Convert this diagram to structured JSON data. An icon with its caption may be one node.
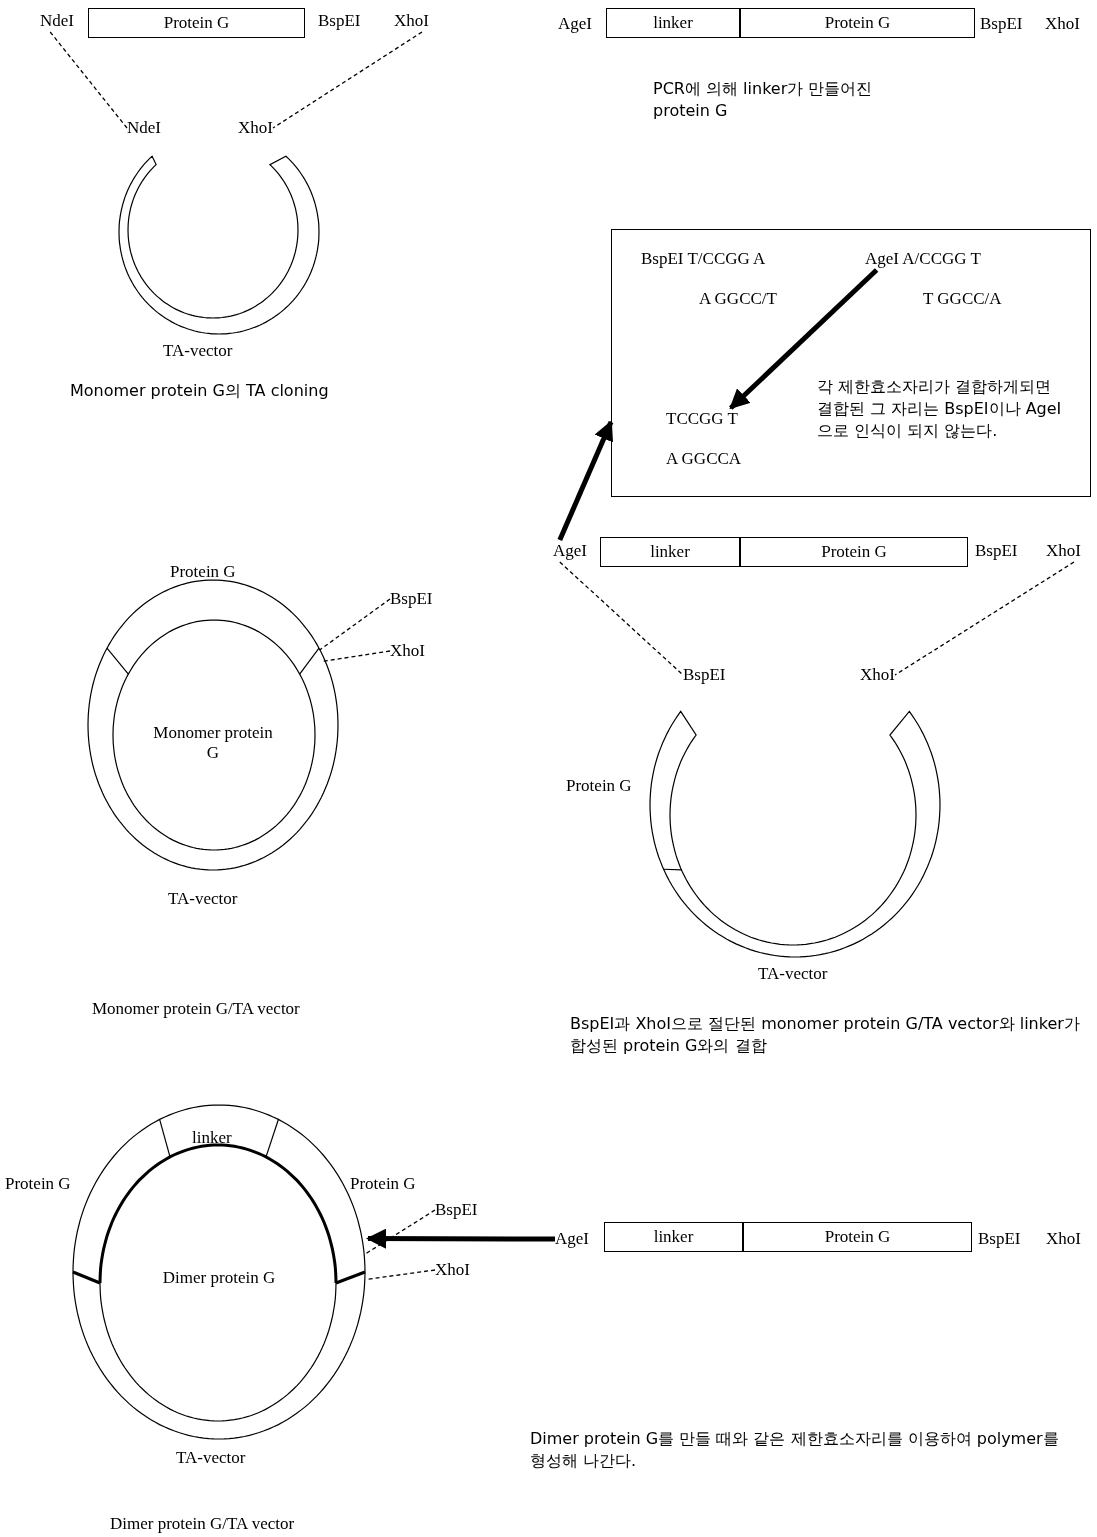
{
  "diagram": {
    "nodes": [
      {
        "text": [
          "Protein G"
        ]
      },
      {
        "text": [
          "NdeI"
        ]
      },
      {
        "text": [
          "XhoI"
        ]
      },
      {
        "text": [
          "NdeI"
        ]
      },
      {
        "text": [
          "XhoI"
        ]
      },
      {
        "text": [],
        "shape": "circle",
        "beside": [
          "TA-vector"
        ]
      },
      {
        "text": [
          "linker"
        ]
      },
      {
        "text": [
          "Protein G"
        ]
      },
      {
        "text": [
          "각 제한효소자리가 결합하게되면 결합된 그 자리는 BspEI이나 AgeI으로 인식이 되지 않는다."
        ]
      },
      {
        "text": [
          "BspEI T/CCGG A"
        ],
        "in": 8
      },
      {
        "text": [
          "A GGCC/T"
        ],
        "in": 8
      },
      {
        "text": [
          "AgeI A/CCGG T"
        ],
        "in": 8
      },
      {
        "text": [
          "T GGCC/A"
        ],
        "in": 8
      },
      {
        "text": [
          "TCCGG T"
        ],
        "in": 8
      },
      {
        "text": [
          "A GGCCA"
        ],
        "in": 8
      },
      {
        "text": [
          "Monomer protein G"
        ],
        "beside": [
          "TA-vector"
        ]
      },
      {
        "text": [
          "BspEI"
        ]
      },
      {
        "text": [
          "XhoI"
        ]
      },
      {
        "text": [
          "AgeI"
        ]
      },
      {
        "text": [
          "linker"
        ]
      },
      {
        "text": [
          "Protein G"
        ]
      },
      {
        "text": [
          "XhoI"
        ]
      },
      {
        "text": [
          "BspEI"
        ]
      },
      {
        "text": [
          "XhoI"
        ]
      },
      {
        "text": [],
        "shape": "circle",
        "beside": [
          "TA-vector"
        ]
      },
      {
        "text": [
          "Dimer protein G"
        ],
        "beside": [
          "TA-vector"
        ]
      },
      {
        "text": [
          "BspEI"
        ]
      },
      {
        "text": [
          "XhoI"
        ]
      },
      {
        "text": [
          "AgeI"
        ]
      },
      {
        "text": [
          "linker"
        ]
      },
      {
        "text": [
          "Protein G"
        ]
      }
    ],
    "edges": [
      {
        "from": 1,
        "to": 3,
        "arrow": "none",
        "style": "dashed"
      },
      {
        "from": 2,
        "to": 4,
        "arrow": "none",
        "style": "dashed"
      },
      {
        "from": 11,
        "to": 13,
        "arrow": "to",
        "style": "thick"
      },
      {
        "from": 16,
        "to": 15,
        "arrow": "none",
        "style": "dashed"
      },
      {
        "from": 17,
        "to": 15,
        "arrow": "none",
        "style": "dashed"
      },
      {
        "from": 18,
        "to": 22,
        "arrow": "none",
        "style": "dashed"
      },
      {
        "from": 21,
        "to": 23,
        "arrow": "none",
        "style": "dashed"
      },
      {
        "from": 18,
        "to": 8,
        "arrow": "to",
        "style": "thick"
      },
      {
        "from": 26,
        "to": 25,
        "arrow": "none",
        "style": "dashed"
      },
      {
        "from": 27,
        "to": 25,
        "arrow": "none",
        "style": "dashed"
      },
      {
        "from": 28,
        "to": 25,
        "arrow": "to",
        "style": "thick"
      }
    ],
    "labels": [
      "BspEI",
      "AgeI",
      "BspEI",
      "XhoI",
      "PCR에 의해 linker가 만들어진 protein G",
      "Monomer protein G의 TA cloning",
      "BspEI",
      "Protein G",
      "Protein G",
      "Monomer protein G/TA vector",
      "BspEI과 XhoI으로 절단된 monomer protein G/TA vector와 linker가 합성된 protein G와의 결합",
      "linker",
      "Protein G",
      "Protein G",
      "BspEI",
      "XhoI",
      "Dimer protein G를 만들 때와 같은 제한효소자리를 이용하여 polymer를 형성해 나간다.",
      "Dimer protein G/TA vector"
    ]
  }
}
